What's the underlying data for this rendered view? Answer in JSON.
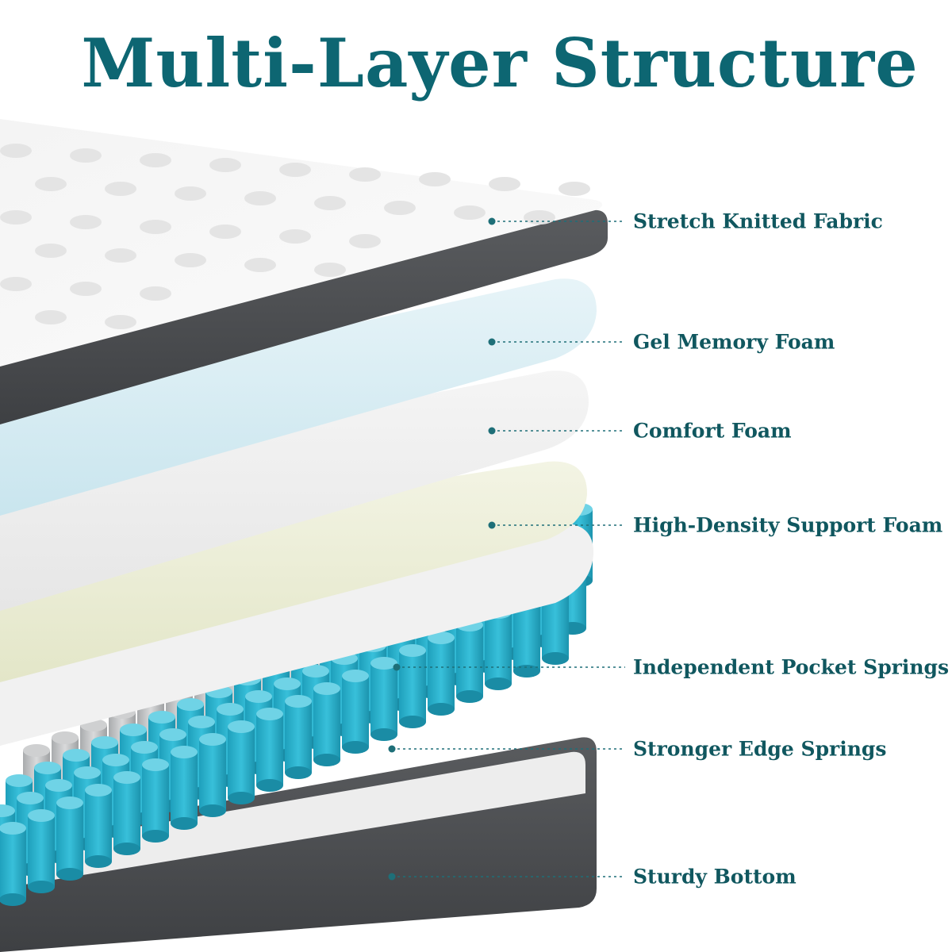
{
  "title": "Multi-Layer Structure",
  "colors": {
    "title": "#0d6672",
    "label": "#10575f",
    "spring_blue": "#29b1cc",
    "spring_grey": "#c4c6c8",
    "edge_grey": "#4b4d50"
  },
  "layers": [
    {
      "id": "stretch-knitted-fabric",
      "label": "Stretch Knitted Fabric"
    },
    {
      "id": "gel-memory-foam",
      "label": "Gel Memory Foam"
    },
    {
      "id": "comfort-foam",
      "label": "Comfort Foam"
    },
    {
      "id": "high-density-support-foam",
      "label": "High-Density Support Foam"
    },
    {
      "id": "independent-pocket-springs",
      "label": "Independent Pocket Springs"
    },
    {
      "id": "stronger-edge-springs",
      "label": "Stronger Edge Springs"
    },
    {
      "id": "sturdy-bottom",
      "label": "Sturdy Bottom"
    }
  ]
}
